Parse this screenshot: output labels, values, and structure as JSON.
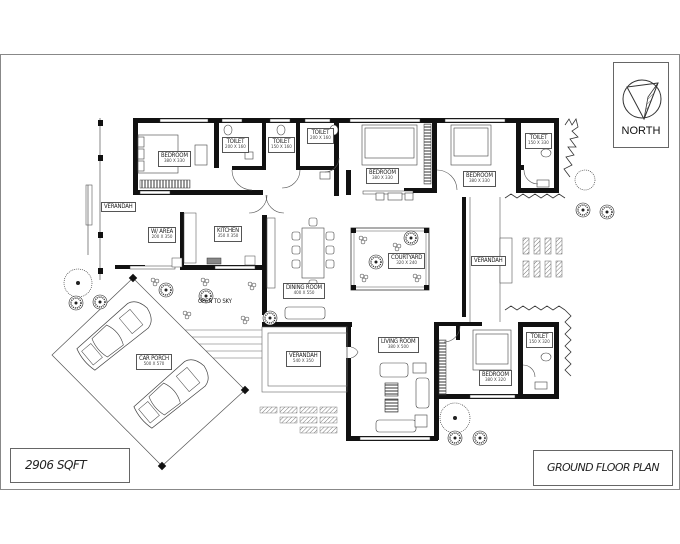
{
  "plan": {
    "title": "GROUND FLOOR PLAN",
    "area": "2906 SQFT",
    "north_label": "NORTH"
  },
  "rooms": {
    "bedroom_nw": {
      "name": "BEDROOM",
      "dim": "380 X 330"
    },
    "toilet_1": {
      "name": "TOILET",
      "dim": "200 X 160"
    },
    "toilet_2": {
      "name": "TOILET",
      "dim": "150 X 160"
    },
    "toilet_3": {
      "name": "TOILET",
      "dim": "200 X 160"
    },
    "bedroom_n": {
      "name": "BEDROOM",
      "dim": "380 X 330"
    },
    "bedroom_ne": {
      "name": "BEDROOM",
      "dim": "380 X 330"
    },
    "toilet_ne": {
      "name": "TOILET",
      "dim": "150 X 330"
    },
    "verandah_w": {
      "name": "VERANDAH"
    },
    "work_area": {
      "name": "W/ AREA",
      "dim": "200 X 350"
    },
    "kitchen": {
      "name": "KITCHEN",
      "dim": "350 X 350"
    },
    "dining": {
      "name": "DINING ROOM",
      "dim": "400 X 550"
    },
    "courtyard": {
      "name": "COURTYARD",
      "dim": "320 X 240"
    },
    "verandah_e": {
      "name": "VERANDAH"
    },
    "open_to_sky": {
      "name": "OPEN TO SKY"
    },
    "car_porch": {
      "name": "CAR PORCH",
      "dim": "500 X 570"
    },
    "verandah_s": {
      "name": "VERANDAH",
      "dim": "540 X 350"
    },
    "living": {
      "name": "LIVING ROOM",
      "dim": "380 X 500"
    },
    "bedroom_se": {
      "name": "BEDROOM",
      "dim": "380 X 320"
    },
    "toilet_se": {
      "name": "TOILET",
      "dim": "150 X 320"
    }
  }
}
